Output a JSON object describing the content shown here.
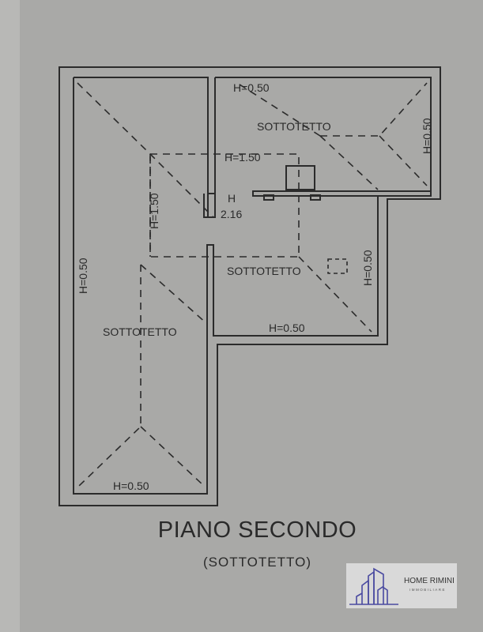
{
  "plan": {
    "title": "PIANO SECONDO",
    "subtitle": "(SOTTOTETTO)",
    "labels": {
      "left_room": "SOTTOTETTO",
      "left_height_side": "H=0.50",
      "left_height_bottom": "H=0.50",
      "left_ridge": "H=1.50",
      "top_right_room": "SOTTOTETTO",
      "top_height": "H=0.50",
      "top_right_height_side": "H=0.50",
      "top_ridge": "H=1.50",
      "lower_right_room": "SOTTOTETTO",
      "lower_height_side": "H=0.50",
      "lower_height_bottom": "H=0.50",
      "center_h": "H",
      "center_value": "2.16"
    }
  },
  "logo": {
    "name": "HOME RIMINI",
    "tagline": "IMMOBILIARE",
    "color": "#4a4aa0"
  },
  "colors": {
    "paper": "#a9a9a7",
    "line": "#2b2b2b"
  }
}
